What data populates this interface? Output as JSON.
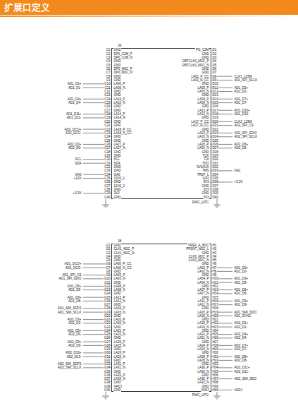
{
  "diagram": {
    "title": "扩展口定义",
    "nodes": [
      {
        "text": [
          "J6",
          "FMC_LPC"
        ]
      },
      {
        "text": [
          "J8",
          "FMC_LPC"
        ]
      }
    ],
    "labels": [
      "C1",
      "C2",
      "C3",
      "C4",
      "C5",
      "C6",
      "C7",
      "C8",
      "C9",
      "C10",
      "C11",
      "C12",
      "C13",
      "C14",
      "C15",
      "C16",
      "C17",
      "C18",
      "C19",
      "C20",
      "C21",
      "C22",
      "C23",
      "C24",
      "C25",
      "C26",
      "C27",
      "C28",
      "C29",
      "C30",
      "C31",
      "C32",
      "C33",
      "C34",
      "C35",
      "C36",
      "C37",
      "C38",
      "C39",
      "C40",
      "GND",
      "DP0_C2M_P",
      "DP0_C2M_N",
      "GND",
      "GND",
      "DP0_M2C_P",
      "DP0_M2C_N",
      "GND",
      "GND",
      "LA06_P",
      "LA06_N",
      "GND",
      "GND",
      "LA10_P",
      "LA10_N",
      "GND",
      "GND",
      "LA14_P",
      "LA14_N",
      "GND",
      "GND",
      "LA18_P_CC",
      "LA18_N_CC",
      "GND",
      "GND",
      "LA27_P",
      "LA27_N",
      "GND",
      "GND",
      "SCL",
      "SDA",
      "GND",
      "GND",
      "GA0",
      "12V0_1",
      "GND",
      "12V0_2",
      "GND",
      "3V3",
      "GND",
      "D1",
      "D2",
      "D3",
      "D4",
      "D5",
      "D6",
      "D7",
      "D8",
      "D9",
      "D10",
      "D11",
      "D12",
      "D13",
      "D14",
      "D15",
      "D16",
      "D17",
      "D18",
      "D19",
      "D20",
      "D21",
      "D22",
      "D23",
      "D24",
      "D25",
      "D26",
      "D27",
      "D28",
      "D29",
      "D30",
      "D31",
      "D32",
      "D33",
      "D34",
      "D35",
      "D36",
      "D37",
      "D38",
      "D39",
      "D40",
      "PG_C2M",
      "GND",
      "GND",
      "GBTCLK0_M2C_P",
      "GBTCLK0_M2C_N",
      "GND",
      "GND",
      "LA01_P_CC",
      "LA01_N_CC",
      "GND",
      "LA05_P",
      "LA05_N",
      "GND",
      "LA09_P",
      "LA09_N",
      "GND",
      "LA13_P",
      "LA13_N",
      "GND",
      "LA17_P_CC",
      "LA17_N_CC",
      "GND",
      "LA23_P",
      "LA23_N",
      "GND",
      "LA26_P",
      "LA26_N",
      "GND",
      "TCK",
      "TDI",
      "TDO",
      "3V3AUX",
      "TMS",
      "TRST_L",
      "GA1",
      "3V3",
      "GND",
      "3V3",
      "GND",
      "3V3",
      "AD1_D1+",
      "AD1_D1-",
      "AD1_D4+",
      "AD1_D4-",
      "AD1_D11+",
      "AD1_D11-",
      "AD2_DCO+",
      "AD2_DCO-",
      "AD2_D0+",
      "AD2_D0-",
      "SCL",
      "SDA",
      "GA0",
      "+12V",
      "+3.3V",
      "CLK1_125M",
      "AD1_SPI_SCLK",
      "AD1_D2+",
      "AD1_D2-",
      "AD1_D7+",
      "AD1_D7-",
      "AD1_D10+",
      "AD1_D10-",
      "CLK2_125M",
      "AD2_SPI_CS",
      "AD2_SPI_SDIO",
      "AD2_SPI_SCLK",
      "AD2_D6+",
      "AD2_D6-",
      "GA1",
      "+3.3V",
      "G1",
      "G2",
      "G3",
      "G4",
      "G5",
      "G6",
      "G7",
      "G8",
      "G9",
      "G10",
      "G11",
      "G12",
      "G13",
      "G14",
      "G15",
      "G16",
      "G17",
      "G18",
      "G19",
      "G20",
      "G21",
      "G22",
      "G23",
      "G24",
      "G25",
      "G26",
      "G27",
      "G28",
      "G29",
      "G30",
      "G31",
      "G32",
      "G33",
      "G34",
      "G35",
      "G36",
      "G37",
      "G38",
      "G39",
      "G40",
      "GND",
      "CLK1_M2C_P",
      "CLK1_M2C_N",
      "GND",
      "GND",
      "LA00_P_CC",
      "LA00_N_CC",
      "GND",
      "LA03_P",
      "LA03_N",
      "GND",
      "LA08_P",
      "LA08_N",
      "GND",
      "LA12_P",
      "LA12_N",
      "GND",
      "LA16_P",
      "LA16_N",
      "GND",
      "LA20_P",
      "LA20_N",
      "GND",
      "LA22_P",
      "LA22_N",
      "GND",
      "LA25_P",
      "LA25_N",
      "GND",
      "LA29_P",
      "LA29_N",
      "GND",
      "LA31_P",
      "LA31_N",
      "GND",
      "LA33_P",
      "LA33_N",
      "GND",
      "VADJ",
      "GND",
      "H1",
      "H2",
      "H3",
      "H4",
      "H5",
      "H6",
      "H7",
      "H8",
      "H9",
      "H10",
      "H11",
      "H12",
      "H13",
      "H14",
      "H15",
      "H16",
      "H17",
      "H18",
      "H19",
      "H20",
      "H21",
      "H22",
      "H23",
      "H24",
      "H25",
      "H26",
      "H27",
      "H28",
      "H29",
      "H30",
      "H31",
      "H32",
      "H33",
      "H34",
      "H35",
      "H36",
      "H37",
      "H38",
      "H39",
      "H40",
      "VREF_A_M2C",
      "PRSNT_M2C_L",
      "GND",
      "CLK0_M2C_P",
      "CLK0_M2C_N",
      "GND",
      "LA02_P",
      "LA02_N",
      "GND",
      "LA04_P",
      "LA04_N",
      "GND",
      "LA07_P",
      "LA07_N",
      "GND",
      "LA11_P",
      "LA11_N",
      "GND",
      "LA15_P",
      "LA15_N",
      "GND",
      "LA19_P",
      "LA19_N",
      "GND",
      "LA21_P",
      "LA21_N",
      "GND",
      "LA24_P",
      "LA24_N",
      "GND",
      "LA28_P",
      "LA28_N",
      "GND",
      "LA30_P",
      "LA30_N",
      "GND",
      "LA32_P",
      "LA32_N",
      "GND",
      "VADJ",
      "AD1_DCO+",
      "AD1_DCO-",
      "AD1_SPI_CS",
      "AD1_SPI_SDIO",
      "AD1_D5+",
      "AD1_D5-",
      "AD1_D8+",
      "AD1_D8-",
      "AD1_SMI_SDFS",
      "AD1_SMI_SCLK",
      "AD2_D3+",
      "AD2_D3-",
      "AD2_D5+",
      "AD2_D5-",
      "AD2_D9+",
      "AD2_D9-",
      "AD2_D13+",
      "AD2_D13-",
      "AD2_SMI_SDFS",
      "AD2_SMI_SCLK",
      "AD1_D0+",
      "AD1_D0-",
      "AD1_D3+",
      "AD1_D3-",
      "AD1_D6+",
      "AD1_D6-",
      "AD1_D9+",
      "AD1_D9-",
      "AD1_SMI_SDO",
      "AD1_SYNC",
      "AD2_D1+",
      "AD2_D1-",
      "AD2_D4+",
      "AD2_D4-",
      "AD2_D7+",
      "AD2_D7-",
      "AD2_D8+",
      "AD2_D8-",
      "AD2_D11+",
      "AD2_D11-",
      "AD2_SMI_SDO",
      "VADJ"
    ]
  }
}
